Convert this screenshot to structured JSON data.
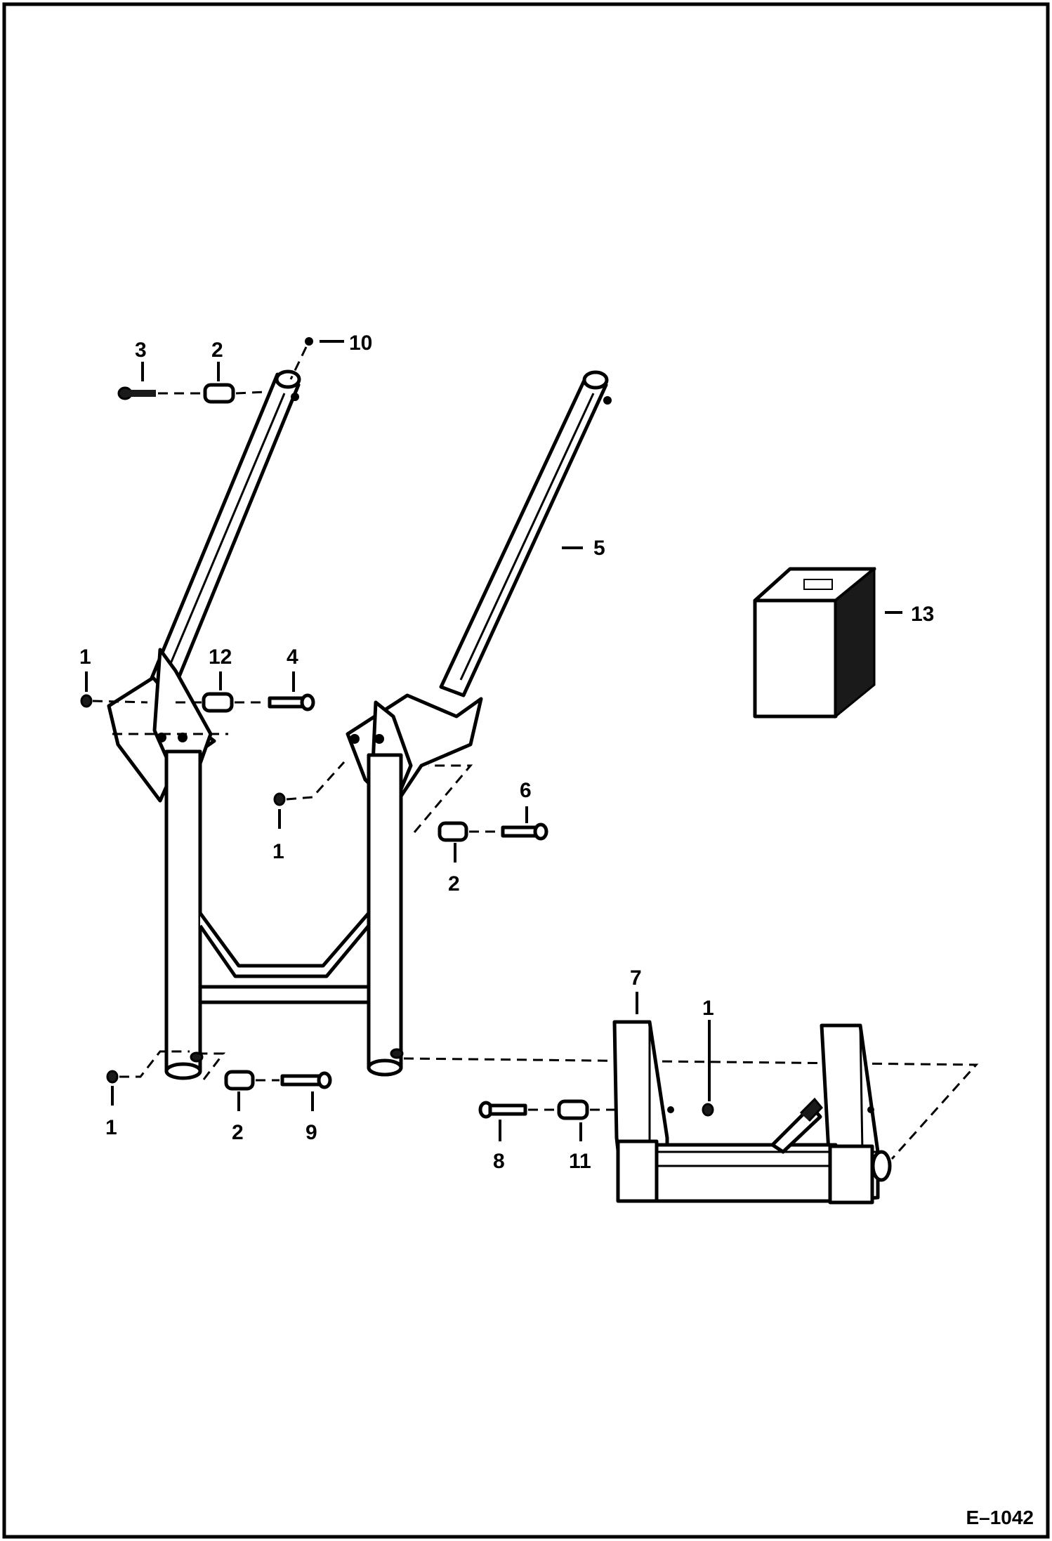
{
  "figure_id": "E–1042",
  "callouts": {
    "c3": "3",
    "c2_top": "2",
    "c10": "10",
    "c5": "5",
    "c13": "13",
    "c1_left": "1",
    "c12": "12",
    "c4": "4",
    "c1_mid": "1",
    "c6": "6",
    "c2_mid": "2",
    "c7": "7",
    "c1_right": "1",
    "c1_bottom": "1",
    "c2_bottom": "2",
    "c9": "9",
    "c8": "8",
    "c11": "11"
  }
}
